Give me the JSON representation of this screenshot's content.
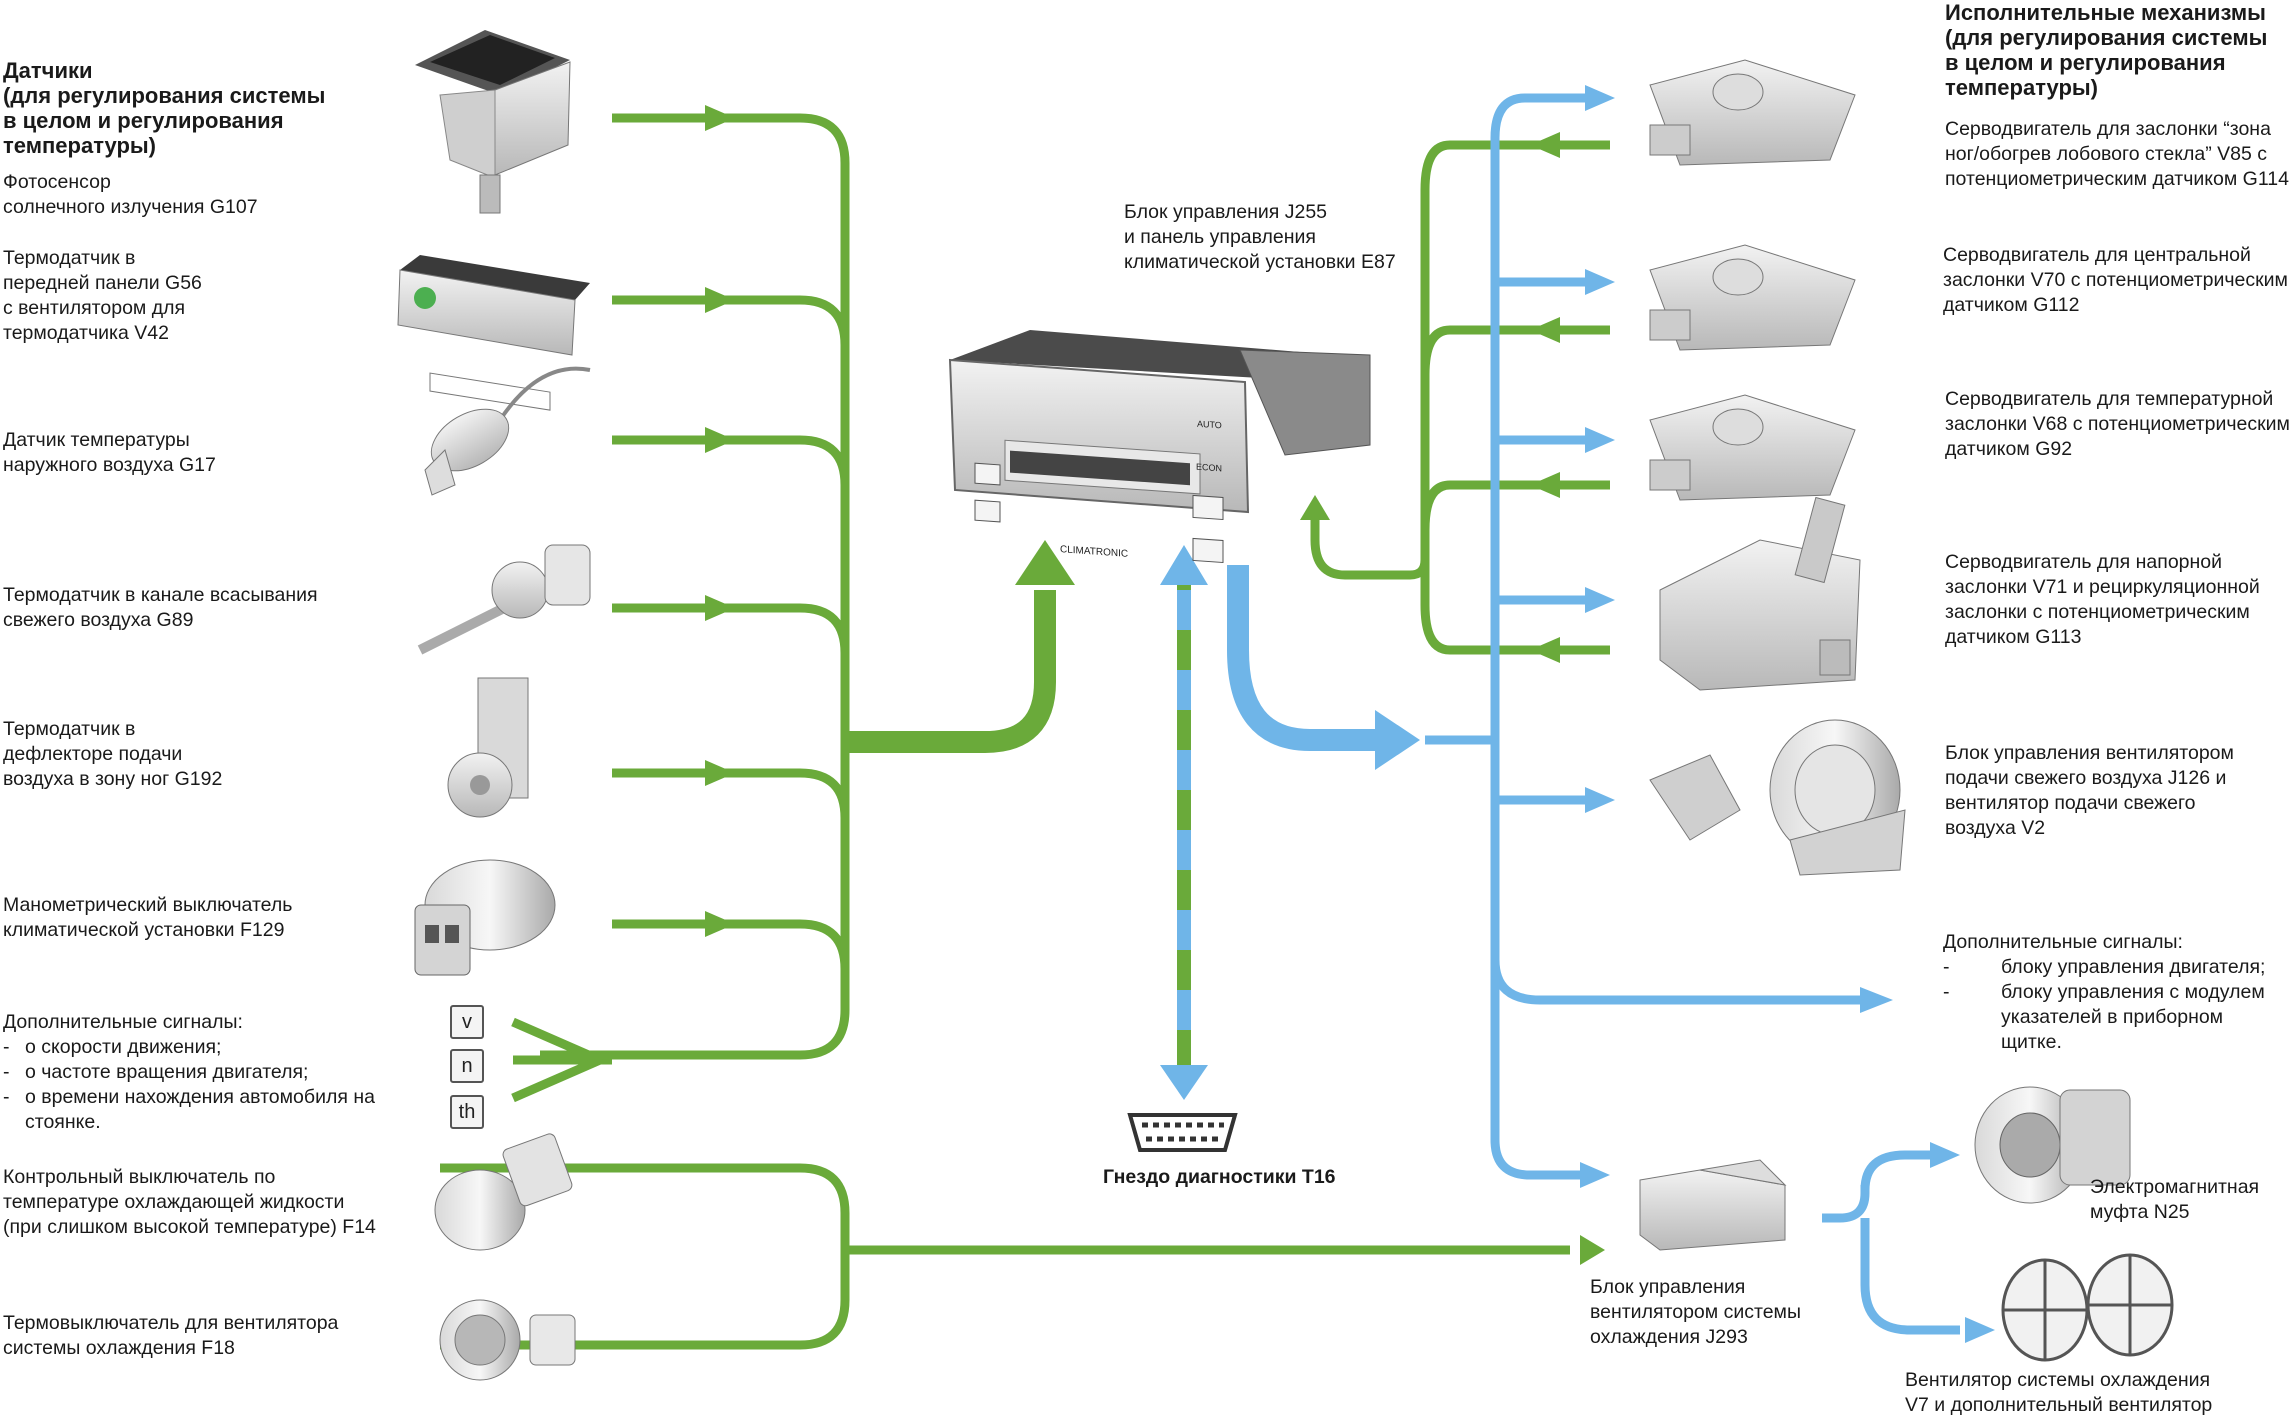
{
  "sensors_header": "Датчики\n(для регулирования системы\nв целом и регулирования\nтемпературы)",
  "sensors": [
    {
      "label": "Фотосенсор\nсолнечного излучения G107"
    },
    {
      "label": "Термодатчик в\nпередней панели G56\nс вентилятором для\nтермодатчика V42"
    },
    {
      "label": "Датчик температуры\nнаружного воздуха G17"
    },
    {
      "label": "Термодатчик в канале всасывания\nсвежего воздуха G89"
    },
    {
      "label": "Термодатчик в\nдефлекторе подачи\nвоздуха в зону ног G192"
    },
    {
      "label": "Манометрический выключатель\nклиматической установки F129"
    }
  ],
  "extra_signals_left": {
    "title": "Дополнительные сигналы:",
    "items": [
      "о скорости движения;",
      "о частоте вращения двигателя;",
      "о времени нахождения автомобиля на\nстоянке."
    ],
    "boxes": [
      "v",
      "n",
      "th"
    ]
  },
  "f14_label": "Контрольный выключатель по\nтемпературе охлаждающей жидкости\n(при слишком высокой температуре) F14",
  "f18_label": "Термовыключатель для вентилятора\nсистемы охлаждения F18",
  "control_unit_label": "Блок управления J255\nи панель управления\nклиматической установки E87",
  "panel": {
    "brand": "CLIMATRONIC",
    "auto": "AUTO",
    "econ": "ECON"
  },
  "diag_label": "Гнездо диагностики T16",
  "actuators_header": "Исполнительные механизмы\n(для регулирования системы\nв целом и регулирования\nтемпературы)",
  "actuators": [
    {
      "label": "Серводвигатель для заслонки “зона\nног/обогрев лобового стекла” V85 с\nпотенциометрическим датчиком G114"
    },
    {
      "label": "Серводвигатель для центральной\nзаслонки V70 с потенциометрическим\nдатчиком G112"
    },
    {
      "label": "Серводвигатель для температурной\nзаслонки V68 с потенциометрическим\nдатчиком G92"
    },
    {
      "label": "Серводвигатель для напорной\nзаслонки V71 и рециркуляционной\nзаслонки с потенциометрическим\nдатчиком G113"
    },
    {
      "label": "Блок управления вентилятором\nподачи свежего воздуха J126 и\nвентилятор подачи свежего\nвоздуха V2"
    }
  ],
  "extra_signals_right": {
    "title": "Дополнительные сигналы:",
    "items": [
      "блоку управления двигателя;",
      "блоку управления с модулем\nуказателей в приборном\nщитке."
    ]
  },
  "j293_label": "Блок управления\nвентилятором системы\nохлаждения J293",
  "n25_label": "Электромагнитная\nмуфта N25",
  "v7_label": "Вентилятор системы охлаждения\nV7 и дополнительный вентилятор",
  "colors": {
    "input_green": "#6aaa3a",
    "output_blue": "#6fb5e8"
  }
}
